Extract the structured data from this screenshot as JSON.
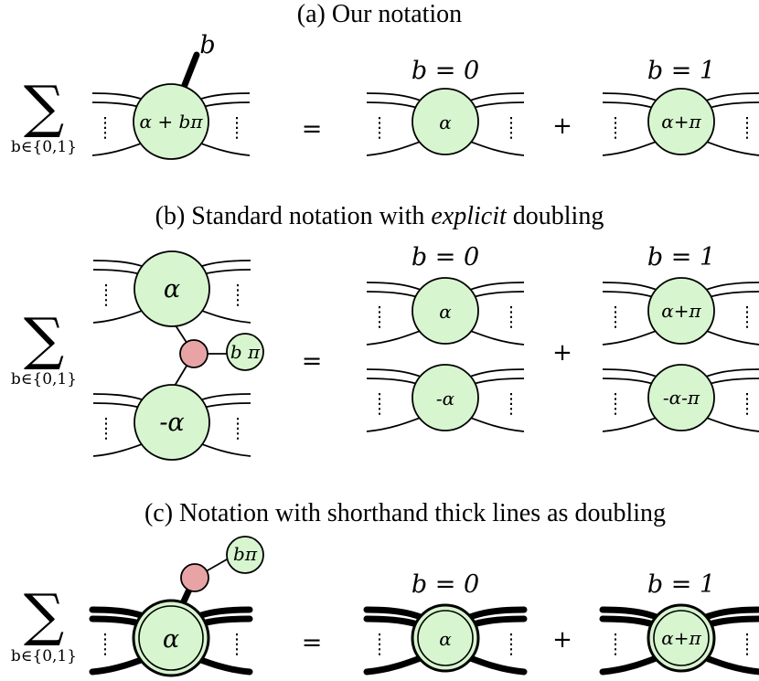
{
  "panel_a": {
    "title": "(a) Our notation",
    "sum_subscript": "b∈{0,1}",
    "param_wire_label": "b",
    "lhs_label": "α + bπ",
    "case0_header": "b = 0",
    "case1_header": "b = 1",
    "case0_label": "α",
    "case1_label": "α+π",
    "equals": "=",
    "plus": "+"
  },
  "panel_b": {
    "title_pre": "(b) Standard notation with ",
    "title_em": "explicit",
    "title_post": " doubling",
    "sum_subscript": "b∈{0,1}",
    "lhs_top_label": "α",
    "lhs_bottom_label": "-α",
    "lhs_small_label": "b π",
    "case0_header": "b = 0",
    "case1_header": "b = 1",
    "case0_top_label": "α",
    "case0_bottom_label": "-α",
    "case1_top_label": "α+π",
    "case1_bottom_label": "-α-π",
    "equals": "=",
    "plus": "+"
  },
  "panel_c": {
    "title": "(c) Notation with shorthand thick lines as doubling",
    "sum_subscript": "b∈{0,1}",
    "lhs_small_label": "bπ",
    "lhs_label": "α",
    "case0_header": "b = 0",
    "case1_header": "b = 1",
    "case0_label": "α",
    "case1_label": "α+π",
    "equals": "=",
    "plus": "+"
  },
  "colors": {
    "z_spider": "#d7f5cf",
    "x_spider": "#e8a4a4"
  }
}
